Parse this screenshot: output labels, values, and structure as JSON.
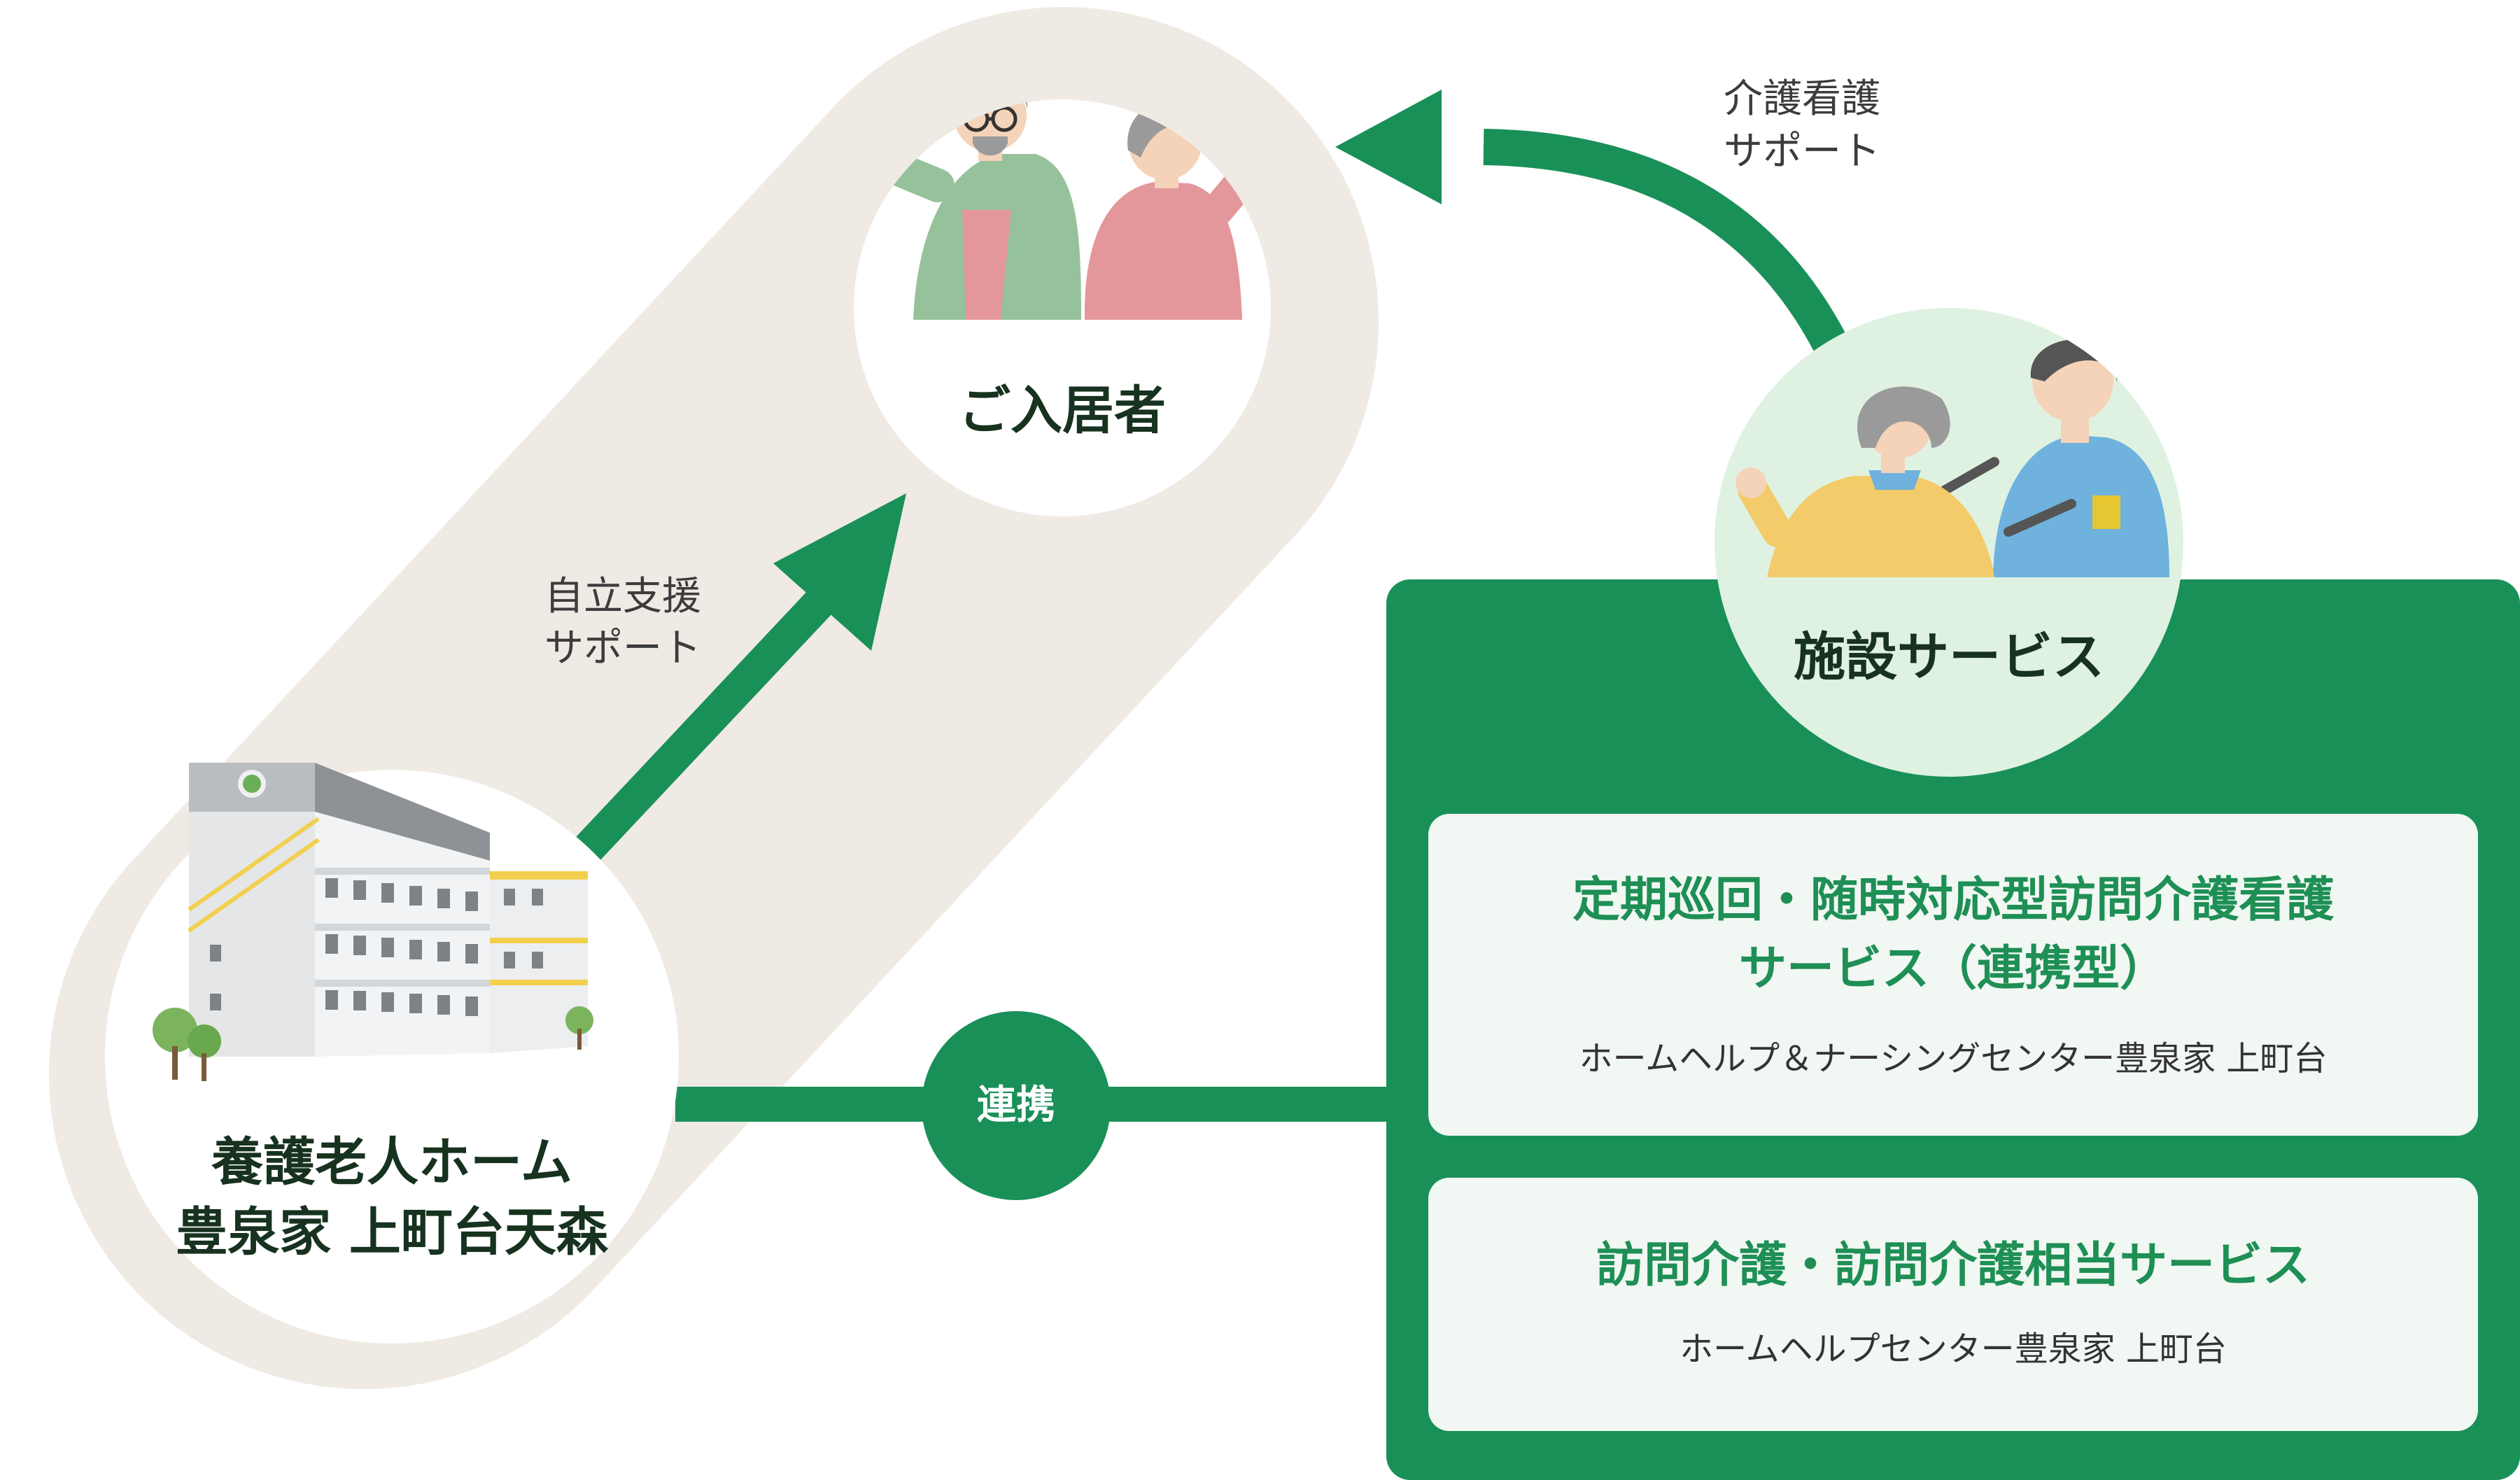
{
  "colors": {
    "primary_green": "#1a9059",
    "pill_beige": "#efeae3",
    "card_bg": "#f1f7f2",
    "heading_dark": "#17321f",
    "card_title_green": "#1e8f55",
    "service_circle_bg": "#dff2e2"
  },
  "nodes": {
    "residents": {
      "label": "ご入居者"
    },
    "nursing_home": {
      "label_line1": "養護老人ホーム",
      "label_line2": "豊泉家 上町台天森"
    },
    "facility_services": {
      "label": "施設サービス"
    }
  },
  "arrows": {
    "independence": {
      "line1": "自立支援",
      "line2": "サポート"
    },
    "care_nursing": {
      "line1": "介護看護",
      "line2": "サポート"
    }
  },
  "link": {
    "label": "連携"
  },
  "services": [
    {
      "title_line1": "定期巡回・随時対応型訪問介護看護",
      "title_line2": "サービス（連携型）",
      "provider": "ホームヘルプ＆ナーシングセンター豊泉家 上町台"
    },
    {
      "title_line1": "訪問介護・訪問介護相当サービス",
      "provider": "ホームヘルプセンター豊泉家 上町台"
    }
  ]
}
